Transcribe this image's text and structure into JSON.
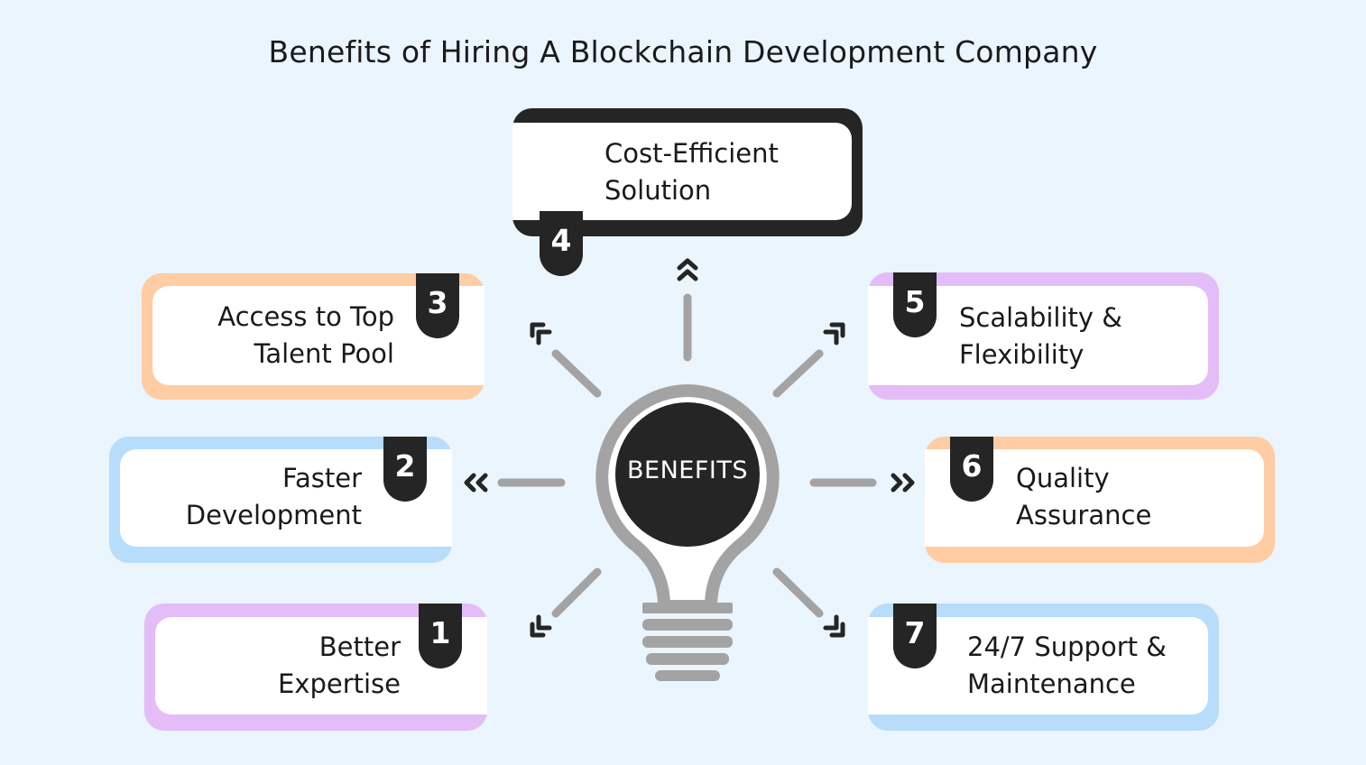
{
  "title": "Benefits of Hiring A Blockchain Development Company",
  "center": "BENEFITS",
  "colors": {
    "background": "#eaf5fd",
    "orange": "#ffcca3",
    "blue": "#b7ddfa",
    "purple": "#e4bcf7",
    "dark": "#252525",
    "connector": "#a3a3a3"
  },
  "benefits": [
    {
      "num": "1",
      "label": "Better\nExpertise"
    },
    {
      "num": "2",
      "label": "Faster\nDevelopment"
    },
    {
      "num": "3",
      "label": "Access to Top\nTalent Pool"
    },
    {
      "num": "4",
      "label": "Cost-Efficient\nSolution"
    },
    {
      "num": "5",
      "label": "Scalability &\nFlexibility"
    },
    {
      "num": "6",
      "label": "Quality\nAssurance"
    },
    {
      "num": "7",
      "label": "24/7 Support &\nMaintenance"
    }
  ]
}
